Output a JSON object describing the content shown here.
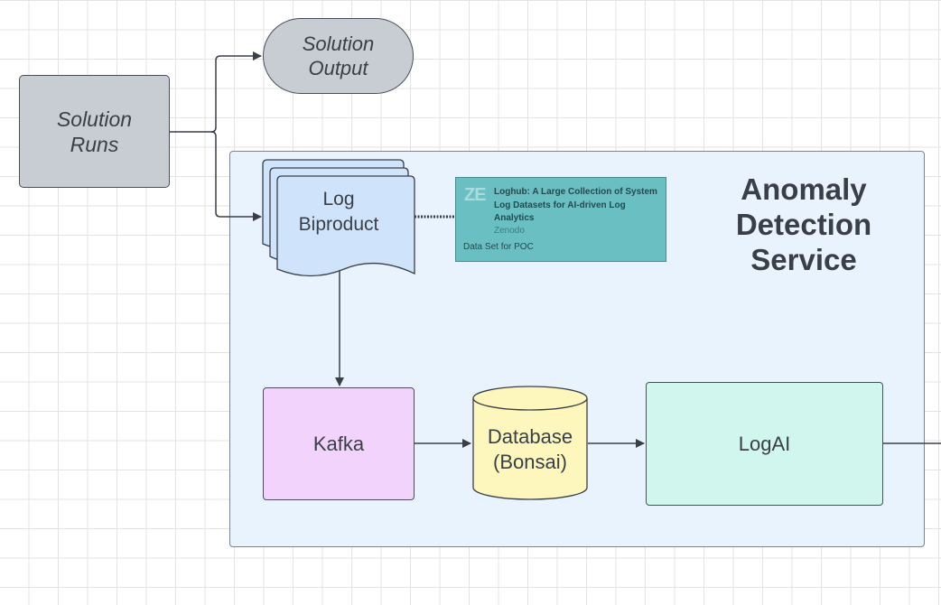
{
  "nodes": {
    "solution_runs": "Solution\nRuns",
    "solution_output": "Solution\nOutput",
    "log_biproduct": "Log\nBiproduct",
    "service_title": "Anomaly\nDetection\nService",
    "kafka": "Kafka",
    "database": "Database\n(Bonsai)",
    "logai": "LogAI"
  },
  "dataset_card": {
    "logo": "ZE",
    "title": "Loghub: A Large Collection of System Log Datasets for AI-driven Log Analytics",
    "source": "Zenodo",
    "description": "Data Set for POC"
  },
  "colors": {
    "gray_box": "#c8ccd3",
    "container": "#e9f3fe",
    "document": "#cfe4fb",
    "kafka": "#f2d3fb",
    "database": "#fdf7bd",
    "logai": "#d1f6ee",
    "dataset_card": "#6abfc3",
    "stroke": "#4a4f57"
  }
}
